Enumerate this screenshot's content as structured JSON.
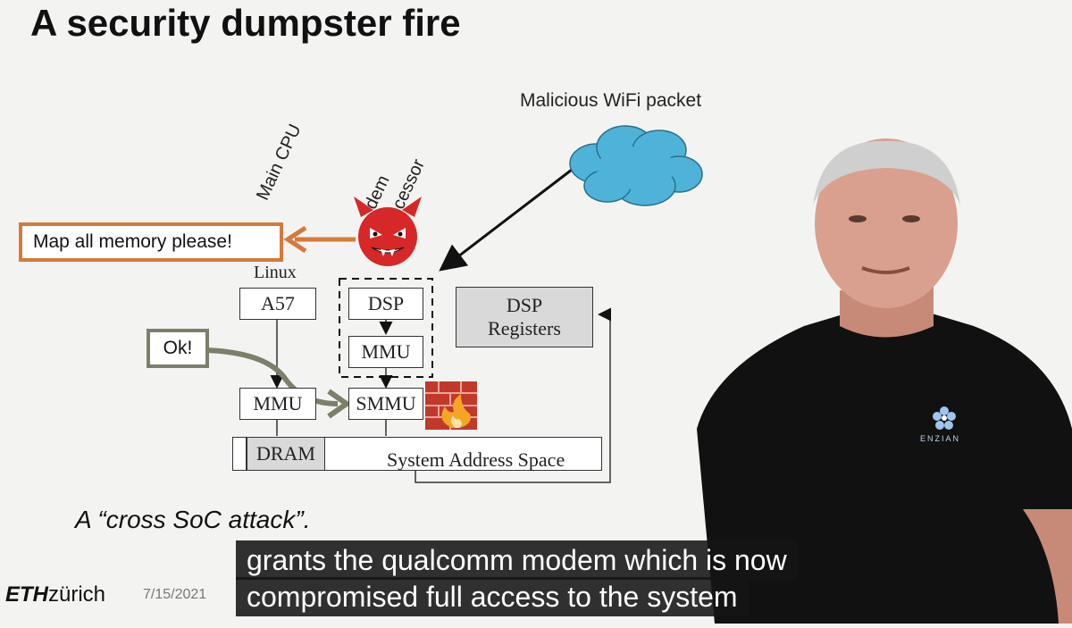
{
  "slide": {
    "title": "A security dumpster fire",
    "packet_label": "Malicious WiFi packet",
    "main_cpu_label": "Main CPU",
    "modem_label_1": "dem",
    "modem_label_2": "cessor",
    "request_text": "Map all memory please!",
    "linux_label": "Linux",
    "a57": "A57",
    "dsp": "DSP",
    "mmu_cpu": "MMU",
    "mmu_dsp": "MMU",
    "smmu": "SMMU",
    "ok_text": "Ok!",
    "dsp_registers_1": "DSP",
    "dsp_registers_2": "Registers",
    "dram": "DRAM",
    "system_address_space": "System Address Space",
    "attack_caption": "A “cross SoC attack”.",
    "footer_logo_bold": "ETH",
    "footer_logo_rest": "zürich",
    "footer_date": "7/15/2021",
    "speaker_shirt_text": "ENZIAN"
  },
  "subtitles": {
    "line1": "grants the qualcomm modem which is now",
    "line2": "compromised full access to the system"
  },
  "colors": {
    "orange_box": "#d57a3c",
    "ok_box": "#7c8069",
    "cloud": "#4fb3d9",
    "devil": "#d62828",
    "dram_fill": "#d9d9d9",
    "registers_fill": "#d9d9d9"
  }
}
